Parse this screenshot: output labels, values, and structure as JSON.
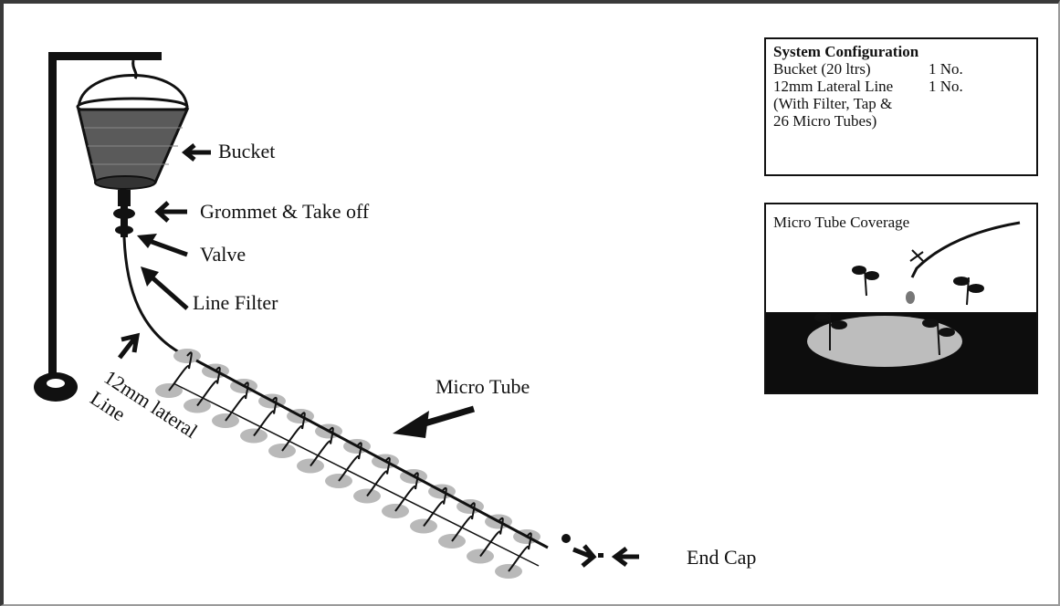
{
  "labels": {
    "bucket": "Bucket",
    "grommet": "Grommet & Take off",
    "valve": "Valve",
    "line_filter": "Line Filter",
    "lateral_line_1": "12mm lateral",
    "lateral_line_2": "Line",
    "micro_tube": "Micro Tube",
    "end_cap": "End Cap"
  },
  "system_configuration": {
    "title": "System Configuration",
    "rows": [
      {
        "name": "Bucket (20 ltrs)",
        "qty": "1 No."
      },
      {
        "name": "12mm Lateral Line",
        "qty": "1 No."
      },
      {
        "name": "(With Filter, Tap &",
        "qty": ""
      },
      {
        "name": "26 Micro Tubes)",
        "qty": ""
      }
    ]
  },
  "coverage": {
    "title": "Micro Tube Coverage"
  },
  "colors": {
    "ink": "#111111",
    "pad": "#b9b9b9",
    "ground": "#0d0d0d",
    "bucket_fill": "#5a5a5a"
  }
}
